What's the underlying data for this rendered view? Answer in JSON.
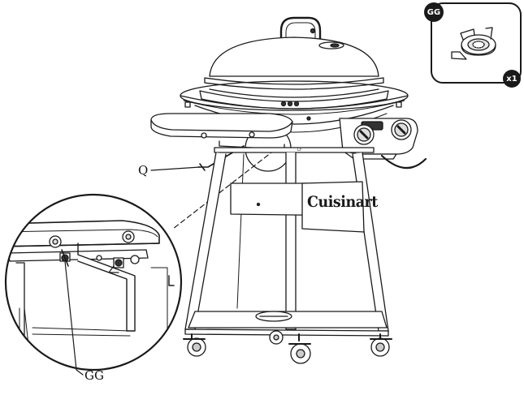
{
  "brand": "Cuisinart",
  "callouts": {
    "q_label": "Q",
    "gg_label": "GG"
  },
  "parts_box": {
    "badge": "GG",
    "quantity": "x1"
  },
  "colors": {
    "line": "#1a1a1a",
    "fill": "#ffffff",
    "shade": "#d9d9d9",
    "badge": "#1a1a1a"
  }
}
